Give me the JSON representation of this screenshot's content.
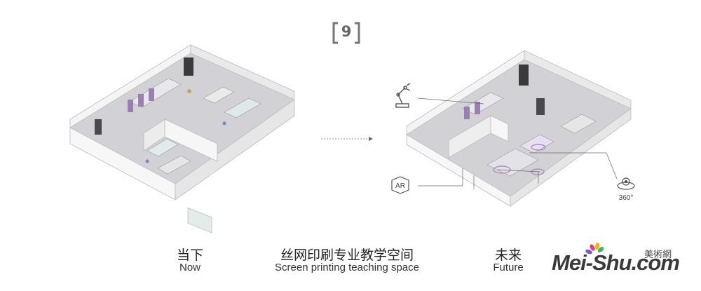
{
  "badge": {
    "number": "9"
  },
  "captions": {
    "now_cn": "当下",
    "now_en": "Now",
    "title_cn": "丝网印刷专业教学空间",
    "title_en": "Screen printing teaching space",
    "future_cn": "未来",
    "future_en": "Future"
  },
  "icons": {
    "ar_label": "AR",
    "view360_label": "360°"
  },
  "logo": {
    "text": "Mei-Shu",
    "dotcom": ".com",
    "cn": "美術網"
  },
  "colors": {
    "wall": "#f2f2f2",
    "floor": "#cfcfd4",
    "accent_purple": "#b08bc6",
    "line": "#7a7a7a"
  }
}
